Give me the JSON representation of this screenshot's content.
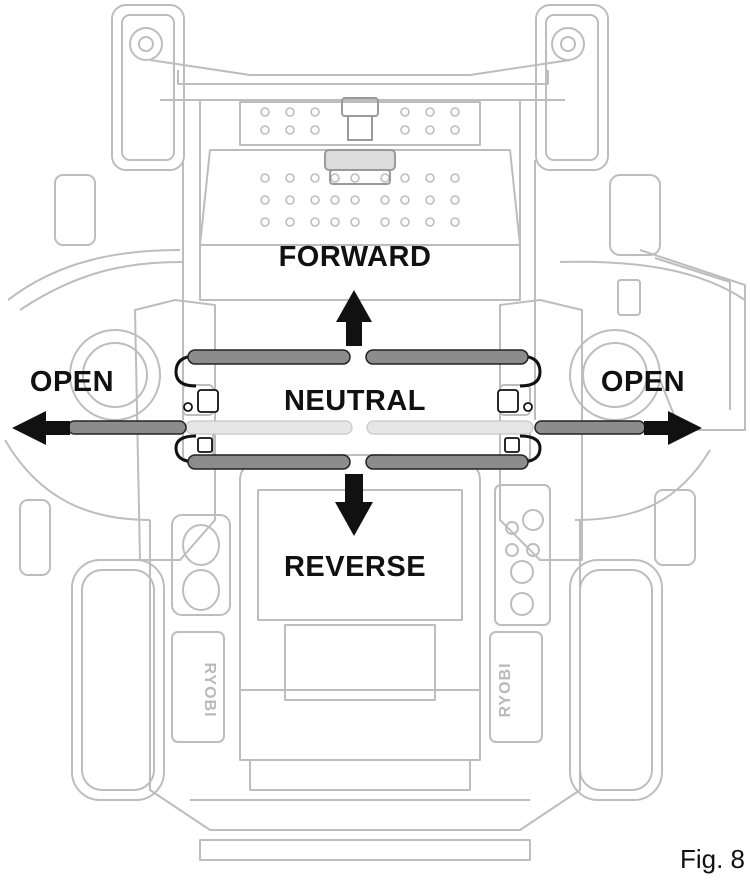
{
  "labels": {
    "forward": "FORWARD",
    "neutral": "NEUTRAL",
    "reverse": "REVERSE",
    "open_left": "OPEN",
    "open_right": "OPEN"
  },
  "figure_caption": "Fig. 8",
  "brand_marks": [
    "RYOBI",
    "RYOBI"
  ],
  "colors": {
    "line": "#b8b8b8",
    "bar": "#8c8c8c",
    "arrow": "#111111",
    "text": "#111111"
  }
}
